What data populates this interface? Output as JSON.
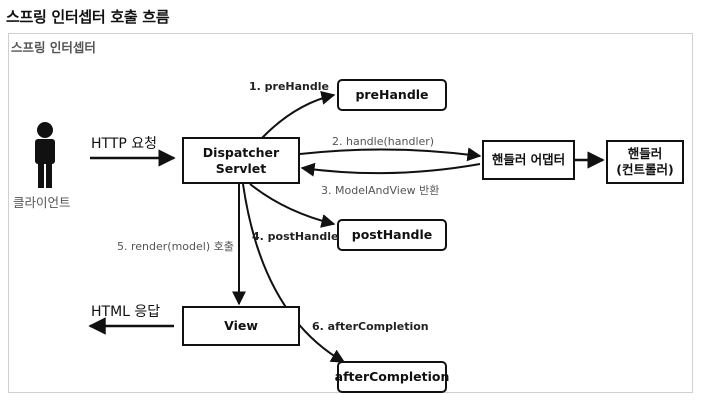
{
  "title": "스프링 인터셉터 호출 흐름",
  "panel_title": "스프링 인터셉터",
  "client": {
    "label": "클라이언트",
    "icon": "person-icon"
  },
  "nodes": {
    "dispatcher_line1": "Dispatcher",
    "dispatcher_line2": "Servlet",
    "prehandle": "preHandle",
    "posthandle": "postHandle",
    "aftercompletion": "afterCompletion",
    "view": "View",
    "adapter": "핸들러 어댑터",
    "handler_line1": "핸들러",
    "handler_line2": "(컨트롤러)"
  },
  "edges": {
    "http_request": "HTTP 요청",
    "html_response": "HTML 응답",
    "step1": "1. preHandle",
    "step2": "2. handle(handler)",
    "step3": "3. ModelAndView 반환",
    "step4": "4. postHandle",
    "step5": "5. render(model) 호출",
    "step6": "6. afterCompletion"
  }
}
